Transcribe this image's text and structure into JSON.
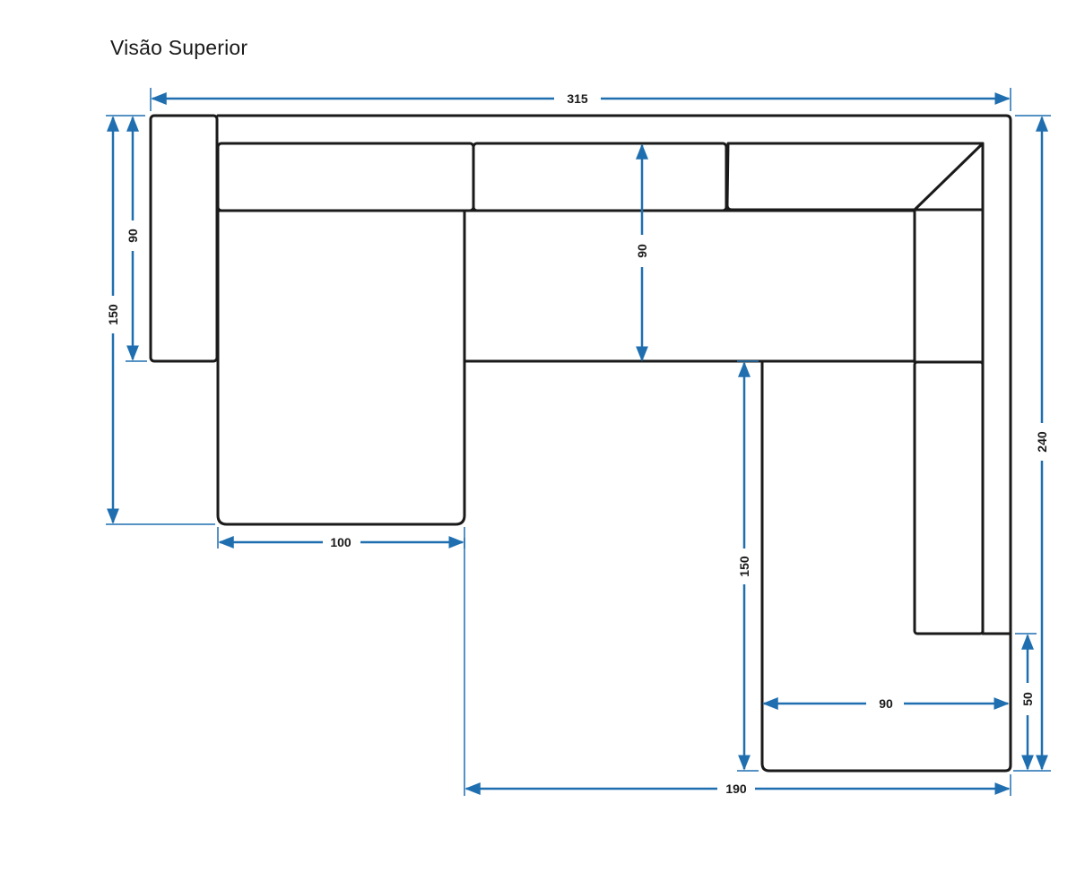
{
  "title": "Visão Superior",
  "colors": {
    "outline": "#1a1a1a",
    "dimension": "#1f6fb0"
  },
  "dimensions": {
    "total_width": "315",
    "left_total_height": "150",
    "left_arm_height": "90",
    "center_depth": "90",
    "chaise_width": "100",
    "right_total_height": "240",
    "right_chaise_length": "150",
    "right_chaise_width": "90",
    "right_bottom_gap": "50",
    "bottom_width": "190"
  }
}
